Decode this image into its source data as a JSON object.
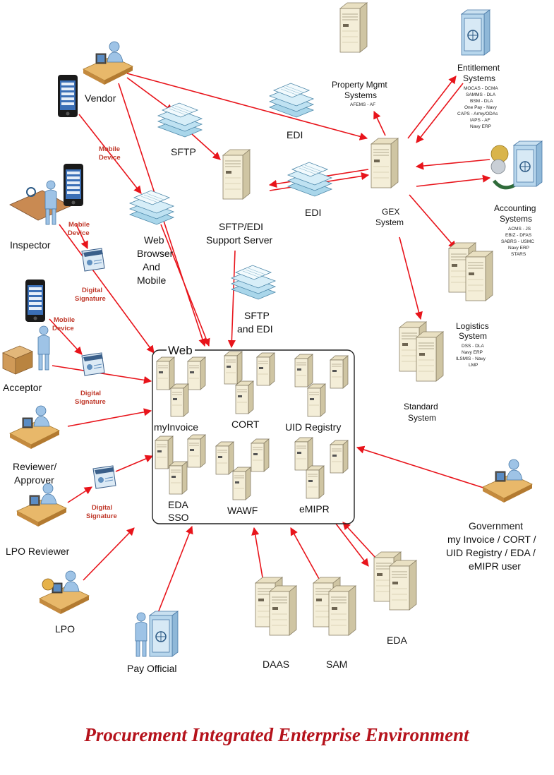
{
  "colors": {
    "arrow": "#e8141b",
    "title": "#b5121b",
    "sublabel_red": "#c0392b",
    "server_front": "#f1ead2",
    "server_side": "#cfc5a3",
    "doc_blue": "#bfe2f2"
  },
  "title": "Procurement Integrated Enterprise Environment",
  "nodes": {
    "vendor": "Vendor",
    "inspector": "Inspector",
    "acceptor": "Acceptor",
    "reviewer": [
      "Reviewer/",
      "Approver"
    ],
    "lpo_reviewer": "LPO Reviewer",
    "lpo": "LPO",
    "pay_official": "Pay Official",
    "sftp": "SFTP",
    "web_browser": [
      "Web",
      "Browser",
      "And",
      "Mobile"
    ],
    "sftp_edi_server": [
      "SFTP/EDI",
      "Support Server"
    ],
    "sftp_and_edi": [
      "SFTP",
      "and EDI"
    ],
    "edi_top": "EDI",
    "edi_mid": "EDI",
    "gex": [
      "GEX",
      "System"
    ],
    "property_mgmt": [
      "Property Mgmt",
      "Systems"
    ],
    "property_mgmt_sub": [
      "AFEMS - AF"
    ],
    "entitlement": [
      "Entitlement",
      "Systems"
    ],
    "entitlement_sub": [
      "MOCAS - DCMA",
      "SAMMS - DLA",
      "BSM - DLA",
      "One Pay - Navy",
      "CAPS - Army/ODAs",
      "IAPS - AF",
      "Navy ERP"
    ],
    "accounting": [
      "Accounting",
      "Systems"
    ],
    "accounting_sub": [
      "ACMS - JS",
      "EBIZ - DFAS",
      "SABRS - USMC",
      "Navy ERP",
      "STARS"
    ],
    "logistics": [
      "Logistics",
      "System"
    ],
    "logistics_sub": [
      "DSS - DLA",
      "Navy ERP",
      "ILSMIS - Navy",
      "LMP"
    ],
    "standard": [
      "Standard",
      "System"
    ],
    "government": [
      "Government",
      "my Invoice / CORT /",
      "UID Registry / EDA /",
      "eMIPR user"
    ],
    "daas": "DAAS",
    "sam": "SAM",
    "eda": "EDA"
  },
  "web_box": {
    "title": "Web",
    "apps": {
      "myinvoice": "myInvoice",
      "cort": "CORT",
      "uid": "UID Registry",
      "eda_sso": [
        "EDA",
        "SSO"
      ],
      "wawf": "WAWF",
      "emipr": "eMIPR"
    }
  },
  "annotations": {
    "mobile_device_1": [
      "Mobile",
      "Device"
    ],
    "mobile_device_2": [
      "Mobile",
      "Device"
    ],
    "mobile_device_3": [
      "Mobile",
      "Device"
    ],
    "digital_signature_1": [
      "Digital",
      "Signature"
    ],
    "digital_signature_2": [
      "Digital",
      "Signature"
    ],
    "digital_signature_3": [
      "Digital",
      "Signature"
    ]
  }
}
